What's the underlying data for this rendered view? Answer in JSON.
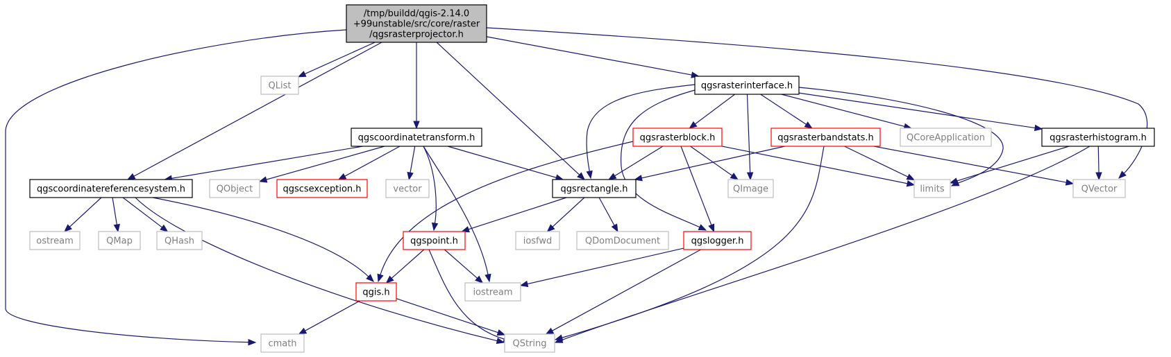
{
  "diagram": {
    "title": "",
    "nodes": [
      {
        "id": "root",
        "kind": "root",
        "lines": [
          "/tmp/buildd/qgis-2.14.0",
          "+99unstable/src/core/raster",
          "/qgsrasterprojector.h"
        ]
      },
      {
        "id": "qlist",
        "kind": "ext",
        "lines": [
          "QList"
        ]
      },
      {
        "id": "rasterinterface",
        "kind": "normal",
        "lines": [
          "qgsrasterinterface.h"
        ]
      },
      {
        "id": "coordtransform",
        "kind": "normal",
        "lines": [
          "qgscoordinatetransform.h"
        ]
      },
      {
        "id": "rasterblock",
        "kind": "red",
        "lines": [
          "qgsrasterblock.h"
        ]
      },
      {
        "id": "rasterbandstats",
        "kind": "red",
        "lines": [
          "qgsrasterbandstats.h"
        ]
      },
      {
        "id": "qcoreapp",
        "kind": "ext",
        "lines": [
          "QCoreApplication"
        ]
      },
      {
        "id": "rasterhistogram",
        "kind": "normal",
        "lines": [
          "qgsrasterhistogram.h"
        ]
      },
      {
        "id": "crs",
        "kind": "normal",
        "lines": [
          "qgscoordinatereferencesystem.h"
        ]
      },
      {
        "id": "qobject",
        "kind": "ext",
        "lines": [
          "QObject"
        ]
      },
      {
        "id": "csexception",
        "kind": "red",
        "lines": [
          "qgscsexception.h"
        ]
      },
      {
        "id": "vector",
        "kind": "ext",
        "lines": [
          "vector"
        ]
      },
      {
        "id": "rectangle",
        "kind": "normal",
        "lines": [
          "qgsrectangle.h"
        ]
      },
      {
        "id": "qimage",
        "kind": "ext",
        "lines": [
          "QImage"
        ]
      },
      {
        "id": "limits",
        "kind": "ext",
        "lines": [
          "limits"
        ]
      },
      {
        "id": "qvector",
        "kind": "ext",
        "lines": [
          "QVector"
        ]
      },
      {
        "id": "ostream",
        "kind": "ext",
        "lines": [
          "ostream"
        ]
      },
      {
        "id": "qmap",
        "kind": "ext",
        "lines": [
          "QMap"
        ]
      },
      {
        "id": "qhash",
        "kind": "ext",
        "lines": [
          "QHash"
        ]
      },
      {
        "id": "qgspoint",
        "kind": "red",
        "lines": [
          "qgspoint.h"
        ]
      },
      {
        "id": "iosfwd",
        "kind": "ext",
        "lines": [
          "iosfwd"
        ]
      },
      {
        "id": "qdomdoc",
        "kind": "ext",
        "lines": [
          "QDomDocument"
        ]
      },
      {
        "id": "logger",
        "kind": "red",
        "lines": [
          "qgslogger.h"
        ]
      },
      {
        "id": "qgis",
        "kind": "red",
        "lines": [
          "qgis.h"
        ]
      },
      {
        "id": "iostream",
        "kind": "ext",
        "lines": [
          "iostream"
        ]
      },
      {
        "id": "cmath",
        "kind": "ext",
        "lines": [
          "cmath"
        ]
      },
      {
        "id": "qstring",
        "kind": "ext",
        "lines": [
          "QString"
        ]
      }
    ],
    "edges": [
      {
        "from": "root",
        "to": "qlist"
      },
      {
        "from": "root",
        "to": "rasterinterface"
      },
      {
        "from": "root",
        "to": "coordtransform"
      },
      {
        "from": "root",
        "to": "crs"
      },
      {
        "from": "root",
        "to": "rectangle"
      },
      {
        "from": "root",
        "to": "qvector"
      },
      {
        "from": "root",
        "to": "cmath"
      },
      {
        "from": "rasterinterface",
        "to": "rasterblock"
      },
      {
        "from": "rasterinterface",
        "to": "rasterbandstats"
      },
      {
        "from": "rasterinterface",
        "to": "qcoreapp"
      },
      {
        "from": "rasterinterface",
        "to": "rasterhistogram"
      },
      {
        "from": "rasterinterface",
        "to": "rectangle"
      },
      {
        "from": "rasterinterface",
        "to": "qimage"
      },
      {
        "from": "rasterinterface",
        "to": "limits"
      },
      {
        "from": "rasterinterface",
        "to": "logger"
      },
      {
        "from": "coordtransform",
        "to": "crs"
      },
      {
        "from": "coordtransform",
        "to": "qobject"
      },
      {
        "from": "coordtransform",
        "to": "csexception"
      },
      {
        "from": "coordtransform",
        "to": "vector"
      },
      {
        "from": "coordtransform",
        "to": "rectangle"
      },
      {
        "from": "coordtransform",
        "to": "qgspoint"
      },
      {
        "from": "coordtransform",
        "to": "iostream"
      },
      {
        "from": "rasterblock",
        "to": "rectangle"
      },
      {
        "from": "rasterblock",
        "to": "qimage"
      },
      {
        "from": "rasterblock",
        "to": "limits"
      },
      {
        "from": "rasterblock",
        "to": "logger"
      },
      {
        "from": "rasterblock",
        "to": "qgis"
      },
      {
        "from": "rasterbandstats",
        "to": "rectangle"
      },
      {
        "from": "rasterbandstats",
        "to": "limits"
      },
      {
        "from": "rasterbandstats",
        "to": "qvector"
      },
      {
        "from": "rasterbandstats",
        "to": "qstring"
      },
      {
        "from": "rasterhistogram",
        "to": "limits"
      },
      {
        "from": "rasterhistogram",
        "to": "qvector"
      },
      {
        "from": "rasterhistogram",
        "to": "qstring"
      },
      {
        "from": "crs",
        "to": "ostream"
      },
      {
        "from": "crs",
        "to": "qmap"
      },
      {
        "from": "crs",
        "to": "qhash"
      },
      {
        "from": "crs",
        "to": "qgis"
      },
      {
        "from": "crs",
        "to": "qstring"
      },
      {
        "from": "rectangle",
        "to": "qgspoint"
      },
      {
        "from": "rectangle",
        "to": "iosfwd"
      },
      {
        "from": "rectangle",
        "to": "qdomdoc"
      },
      {
        "from": "qgspoint",
        "to": "qgis"
      },
      {
        "from": "qgspoint",
        "to": "iostream"
      },
      {
        "from": "qgspoint",
        "to": "qstring"
      },
      {
        "from": "logger",
        "to": "iostream"
      },
      {
        "from": "logger",
        "to": "qstring"
      },
      {
        "from": "qgis",
        "to": "cmath"
      },
      {
        "from": "qgis",
        "to": "qstring"
      }
    ]
  }
}
